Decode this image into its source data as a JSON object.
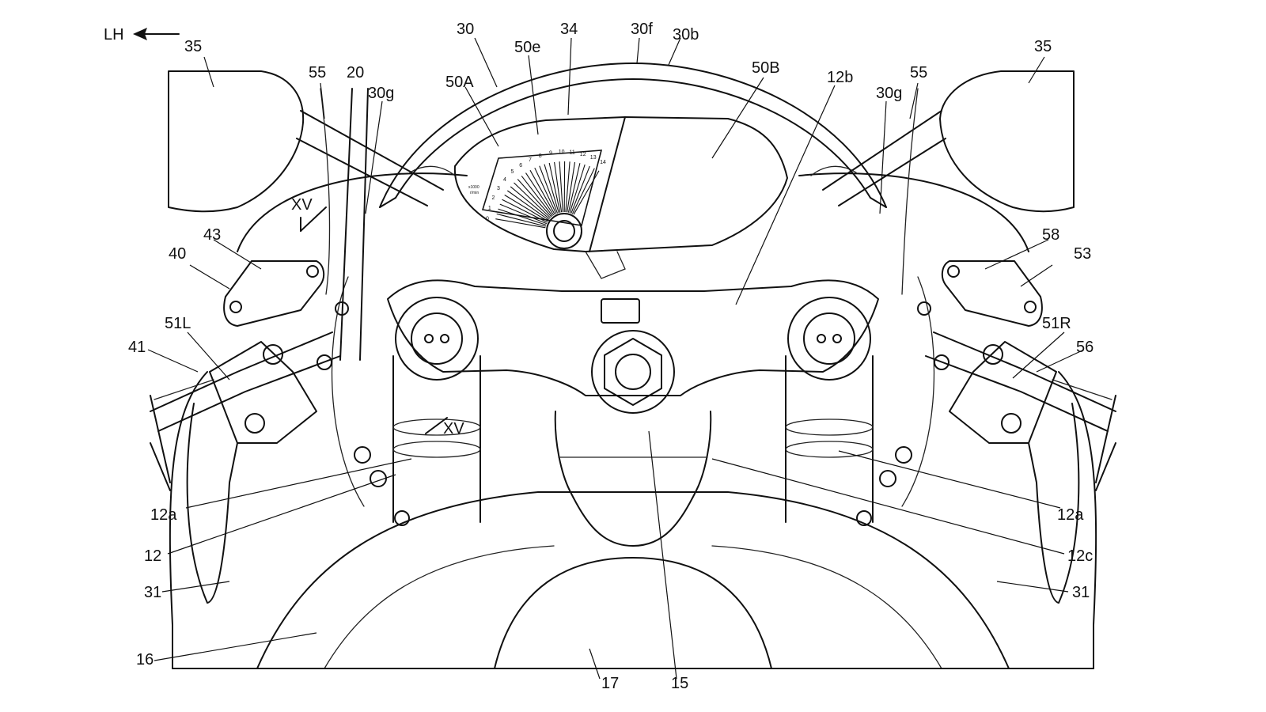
{
  "direction_label": "LH",
  "labels": {
    "mirror_left": "35",
    "mirror_right": "35",
    "bracket_55_left": "55",
    "bracket_55_right": "55",
    "member_20": "20",
    "slit_30g_left": "30g",
    "slit_30g_right": "30g",
    "windscreen_30": "30",
    "meter_area_50A": "50A",
    "needle_50e": "50e",
    "meter_34": "34",
    "edge_30f": "30f",
    "edge_30b": "30b",
    "meter_area_50B": "50B",
    "top_bridge_12b": "12b",
    "section_xv_top": "XV",
    "section_xv_bottom": "XV",
    "reservoir_43": "43",
    "assembly_40": "40",
    "reservoir_58": "58",
    "assembly_53": "53",
    "switch_51L": "51L",
    "switch_51R": "51R",
    "lever_41": "41",
    "lever_56": "56",
    "fork_12a_left": "12a",
    "fork_12a_right": "12a",
    "fork_12": "12",
    "bridge_12c": "12c",
    "cowl_31_left": "31",
    "cowl_31_right": "31",
    "body_16": "16",
    "tank_17": "17",
    "stem_15": "15"
  },
  "tachometer": {
    "scale": [
      "0",
      "1",
      "2",
      "3",
      "4",
      "5",
      "6",
      "7",
      "8",
      "9",
      "10",
      "11",
      "12",
      "13",
      "14"
    ],
    "unit_line1": "x1000",
    "unit_line2": "r/min"
  }
}
